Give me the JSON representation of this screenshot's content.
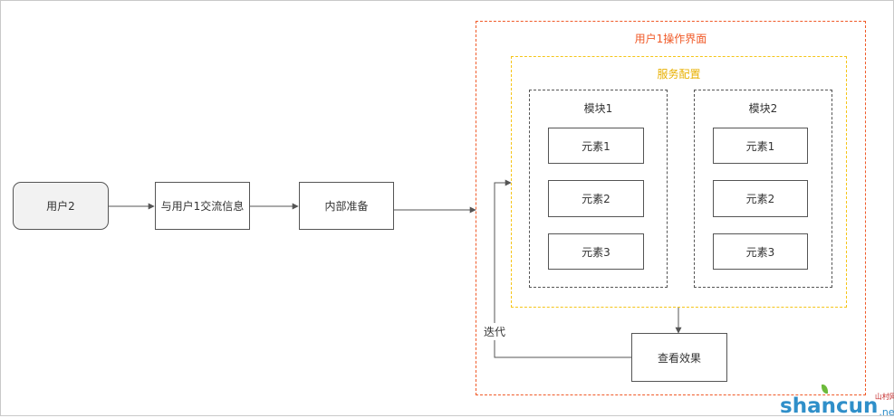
{
  "nodes": {
    "user2": "用户2",
    "exchange": "与用户1交流信息",
    "prepare": "内部准备",
    "view_effect": "查看效果"
  },
  "groups": {
    "user1_ui": "用户1操作界面",
    "service_config": "服务配置",
    "module1": {
      "title": "模块1",
      "elements": [
        "元素1",
        "元素2",
        "元素3"
      ]
    },
    "module2": {
      "title": "模块2",
      "elements": [
        "元素1",
        "元素2",
        "元素3"
      ]
    }
  },
  "edge_labels": {
    "iterate": "迭代"
  },
  "watermark": {
    "text": "shancun",
    "suffix": ".net",
    "cn": "山村网"
  },
  "colors": {
    "outer_border": "#f05a28",
    "outer_title": "#f05a28",
    "service_border": "#f5c518",
    "service_title": "#e8b000",
    "module_border": "#555555",
    "edge": "#555555"
  }
}
